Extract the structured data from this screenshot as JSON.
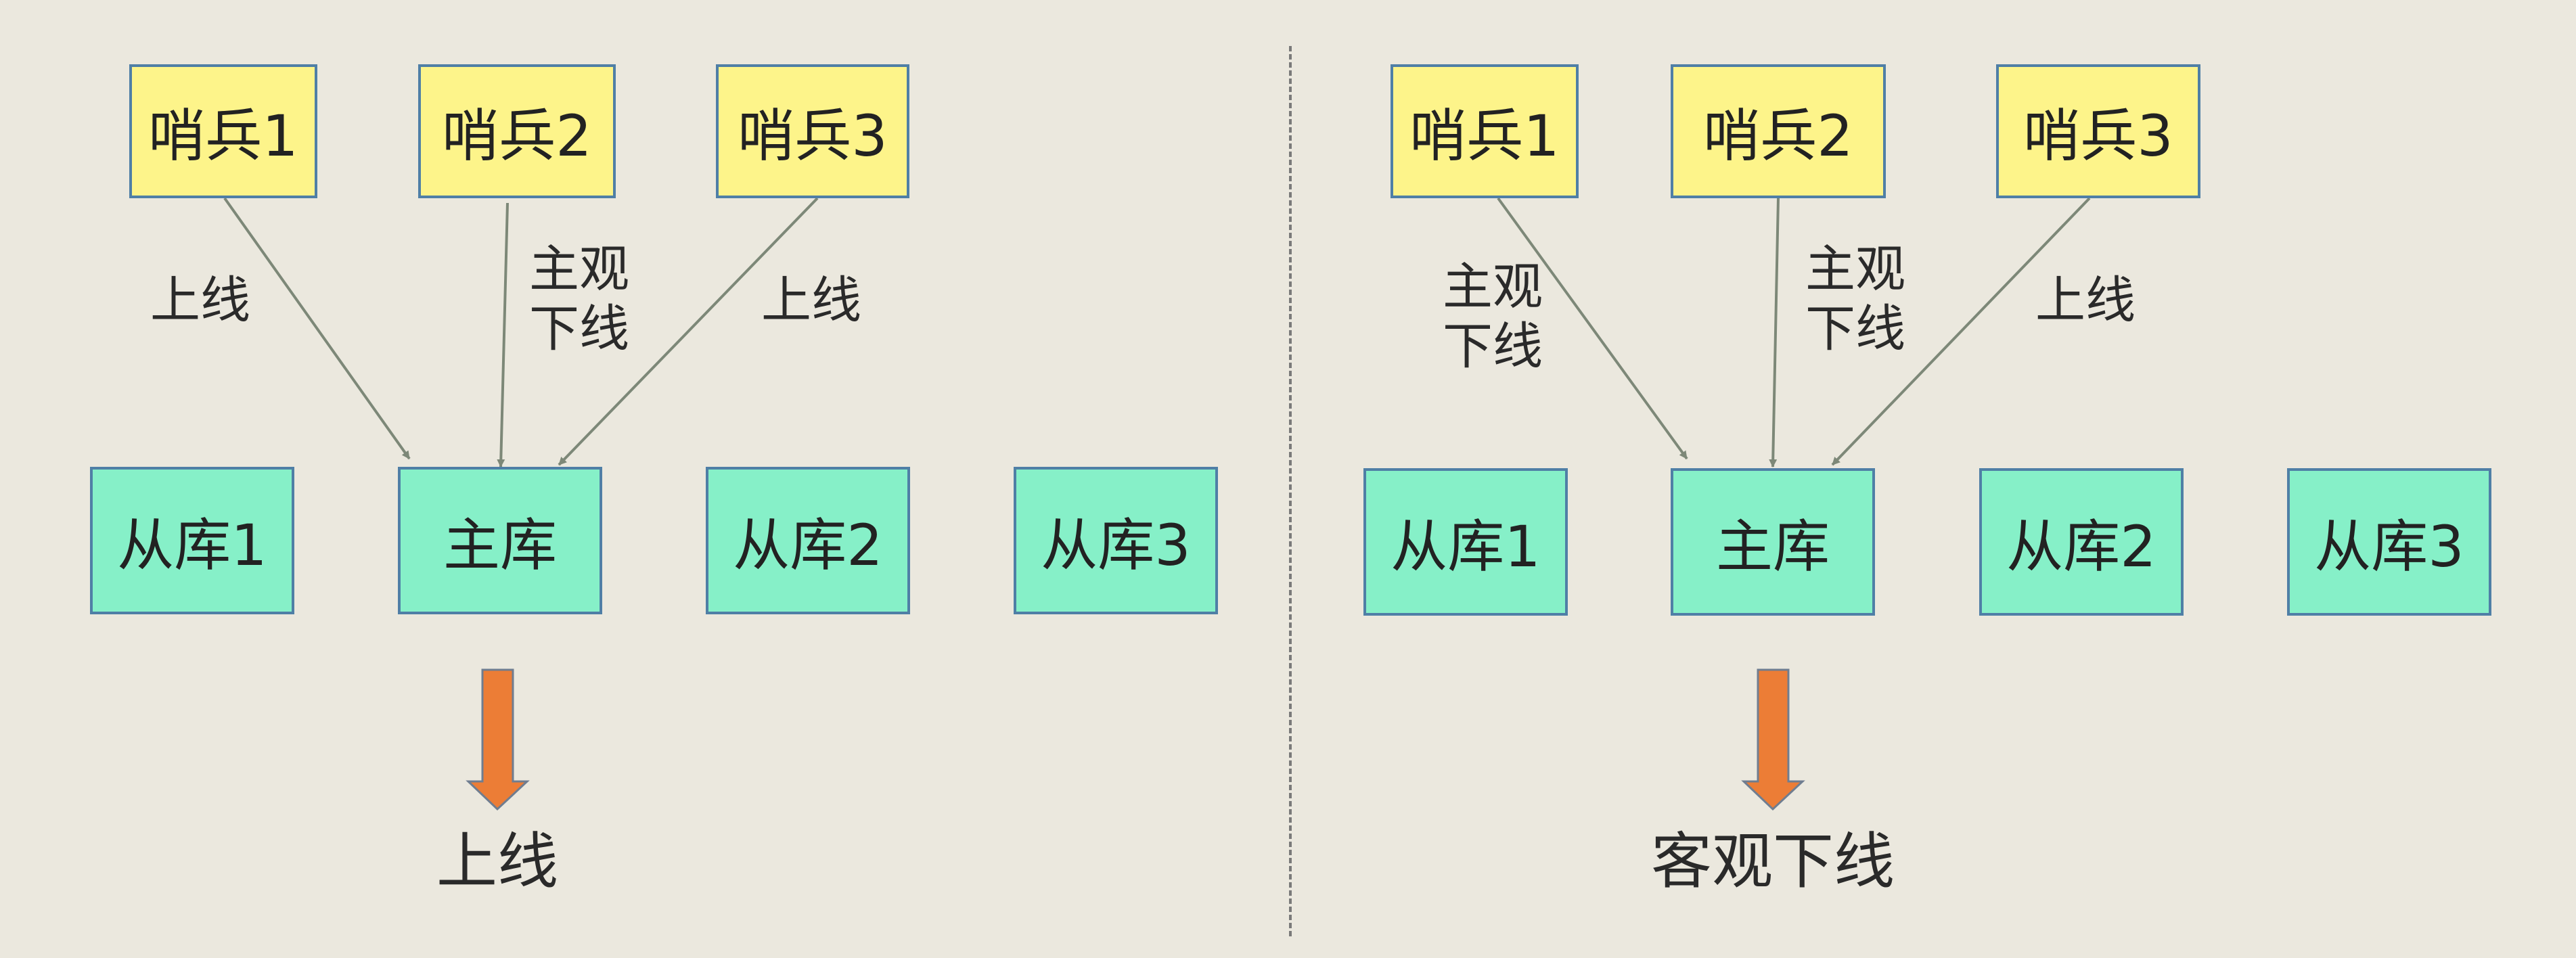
{
  "colors": {
    "background": "#ebe8de",
    "sentinel_fill": "#fdf48a",
    "db_fill": "#86f0c8",
    "box_border": "#4f7fa6",
    "arrow_line": "#7d8878",
    "down_arrow_fill": "#ec7d36"
  },
  "left": {
    "sentinels": [
      "哨兵1",
      "哨兵2",
      "哨兵3"
    ],
    "databases": [
      "从库1",
      "主库",
      "从库2",
      "从库3"
    ],
    "edge_labels": [
      [
        "上线"
      ],
      [
        "主观",
        "下线"
      ],
      [
        "上线"
      ]
    ],
    "result": "上线"
  },
  "right": {
    "sentinels": [
      "哨兵1",
      "哨兵2",
      "哨兵3"
    ],
    "databases": [
      "从库1",
      "主库",
      "从库2",
      "从库3"
    ],
    "edge_labels": [
      [
        "主观",
        "下线"
      ],
      [
        "主观",
        "下线"
      ],
      [
        "上线"
      ]
    ],
    "result": "客观下线"
  }
}
